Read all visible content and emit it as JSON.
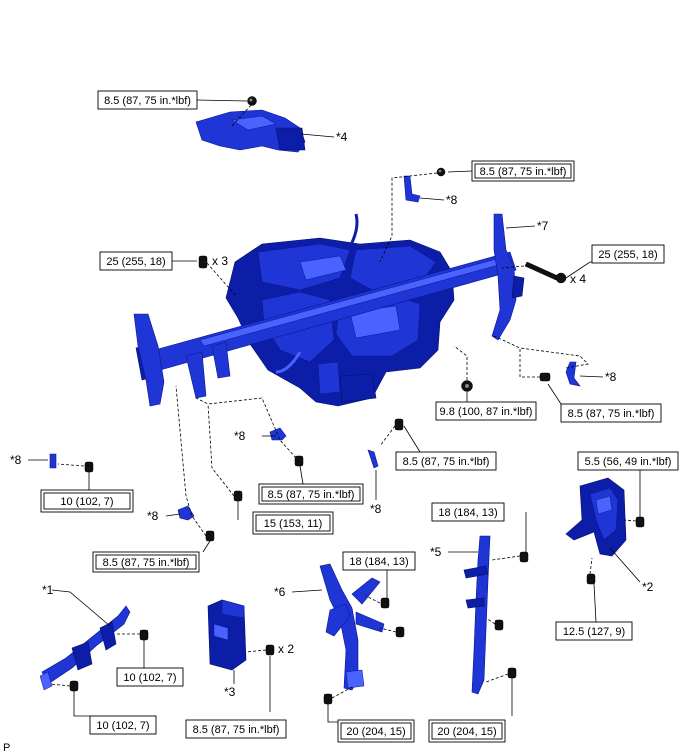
{
  "torque_labels": [
    {
      "text": "8.5 (87, 75 in.*lbf)",
      "double": false
    },
    {
      "text": "8.5 (87, 75 in.*lbf)",
      "double": true
    },
    {
      "text": "25 (255, 18)",
      "double": false
    },
    {
      "text": "25 (255, 18)",
      "double": false
    },
    {
      "text": "9.8 (100, 87 in.*lbf)",
      "double": false
    },
    {
      "text": "8.5 (87, 75 in.*lbf)",
      "double": false
    },
    {
      "text": "8.5 (87, 75 in.*lbf)",
      "double": false
    },
    {
      "text": "10 (102, 7)",
      "double": true
    },
    {
      "text": "8.5 (87, 75 in.*lbf)",
      "double": true
    },
    {
      "text": "5.5 (56, 49 in.*lbf)",
      "double": false
    },
    {
      "text": "15 (153, 11)",
      "double": true
    },
    {
      "text": "18 (184, 13)",
      "double": false
    },
    {
      "text": "8.5 (87, 75 in.*lbf)",
      "double": true
    },
    {
      "text": "18 (184, 13)",
      "double": false
    },
    {
      "text": "10 (102, 7)",
      "double": false
    },
    {
      "text": "12.5 (127, 9)",
      "double": false
    },
    {
      "text": "10 (102, 7)",
      "double": false
    },
    {
      "text": "8.5 (87, 75 in.*lbf)",
      "double": false
    },
    {
      "text": "20 (204, 15)",
      "double": true
    },
    {
      "text": "20 (204, 15)",
      "double": true
    }
  ],
  "callouts": [
    "*4",
    "*8",
    "*7",
    "*8",
    "*8",
    "*8",
    "*8",
    "*8",
    "*5",
    "*2",
    "*6",
    "*1",
    "*3"
  ],
  "quantities": [
    "x 3",
    "x 4",
    "x 2"
  ],
  "corner_mark": "P",
  "colors": {
    "part": "#1f35d6",
    "part_dark": "#0c1ea8",
    "bolt": "#111111"
  }
}
